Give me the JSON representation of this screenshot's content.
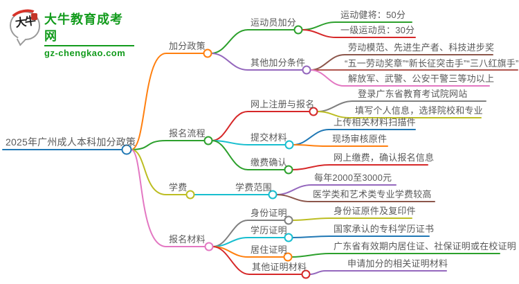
{
  "logo": {
    "title": "大牛教育成考网",
    "url": "gz-chengkao.com",
    "bubble_text": "大牛",
    "green": "#129b1c",
    "red": "#d7342a"
  },
  "mindmap": {
    "nodes": {
      "root": {
        "label": "2025年广州成人本科加分政策",
        "color": "#1f77b4"
      },
      "bonus-policy": {
        "label": "加分政策",
        "color": "#ff7f0e"
      },
      "athlete-bonus": {
        "label": "运动员加分",
        "color": "#2ca02c"
      },
      "athlete-master": {
        "label": "运动健将：50分",
        "color": "#2ca02c"
      },
      "athlete-first-class": {
        "label": "一级运动员：30分",
        "color": "#d62728"
      },
      "other-bonus": {
        "label": "其他加分条件",
        "color": "#9467bd"
      },
      "model-worker": {
        "label": "劳动模范、先进生产者、科技进步奖",
        "color": "#8c564b"
      },
      "may-first-medal": {
        "label": "“五一劳动奖章”“新长征突击手”“三八红旗手”",
        "color": "#b0554e"
      },
      "military-police": {
        "label": "解放军、武警、公安干警三等功以上",
        "color": "#e377c2"
      },
      "registration-process": {
        "label": "报名流程",
        "color": "#2ca02c"
      },
      "online-registration": {
        "label": "网上注册与报名",
        "color": "#d62728"
      },
      "login-website": {
        "label": "登录广东省教育考试院网站",
        "color": "#7f7f7f"
      },
      "fill-info": {
        "label": "填写个人信息，选择院校和专业",
        "color": "#bcbd22"
      },
      "submit-materials": {
        "label": "提交材料",
        "color": "#17becf"
      },
      "upload-scans": {
        "label": "上传相关材料扫描件",
        "color": "#1f77b4"
      },
      "onsite-review": {
        "label": "现场审核原件",
        "color": "#ff7f0e"
      },
      "payment-confirm": {
        "label": "缴费确认",
        "color": "#2ca02c"
      },
      "online-payment": {
        "label": "网上缴费，确认报名信息",
        "color": "#d62728"
      },
      "tuition": {
        "label": "学费",
        "color": "#bcbd22"
      },
      "tuition-range": {
        "label": "学费范围",
        "color": "#17becf"
      },
      "annual-range": {
        "label": "每年2000至3000元",
        "color": "#9467bd"
      },
      "medical-art-higher": {
        "label": "医学类和艺术类专业学费较高",
        "color": "#8c564b"
      },
      "registration-materials": {
        "label": "报名材料",
        "color": "#e377c2"
      },
      "identity-proof": {
        "label": "身份证明",
        "color": "#7f7f7f"
      },
      "id-card-copy": {
        "label": "身份证原件及复印件",
        "color": "#bcbd22"
      },
      "education-proof": {
        "label": "学历证明",
        "color": "#17becf"
      },
      "state-recognized-diploma": {
        "label": "国家承认的专科学历证书",
        "color": "#1f77b4"
      },
      "residence-proof": {
        "label": "居住证明",
        "color": "#ff7f0e"
      },
      "guangdong-residence": {
        "label": "广东省有效期内居住证、社保证明或在校证明",
        "color": "#2ca02c"
      },
      "other-proof": {
        "label": "其他证明材料",
        "color": "#d62728"
      },
      "bonus-proof-materials": {
        "label": "申请加分的相关证明材料",
        "color": "#9467bd"
      }
    }
  }
}
